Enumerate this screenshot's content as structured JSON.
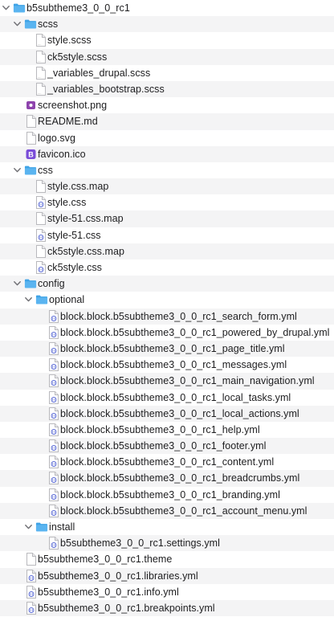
{
  "tree": [
    {
      "name": "b5subtheme3_0_0_rc1",
      "kind": "folder",
      "depth": 0,
      "expanded": true
    },
    {
      "name": "scss",
      "kind": "folder",
      "depth": 1,
      "expanded": true
    },
    {
      "name": "style.scss",
      "kind": "scss",
      "depth": 2
    },
    {
      "name": "ck5style.scss",
      "kind": "scss",
      "depth": 2
    },
    {
      "name": "_variables_drupal.scss",
      "kind": "scss",
      "depth": 2
    },
    {
      "name": "_variables_bootstrap.scss",
      "kind": "scss",
      "depth": 2
    },
    {
      "name": "screenshot.png",
      "kind": "png",
      "depth": 1
    },
    {
      "name": "README.md",
      "kind": "md",
      "depth": 1
    },
    {
      "name": "logo.svg",
      "kind": "svg",
      "depth": 1
    },
    {
      "name": "favicon.ico",
      "kind": "ico",
      "depth": 1
    },
    {
      "name": "css",
      "kind": "folder",
      "depth": 1,
      "expanded": true
    },
    {
      "name": "style.css.map",
      "kind": "blank",
      "depth": 2
    },
    {
      "name": "style.css",
      "kind": "code",
      "depth": 2
    },
    {
      "name": "style-51.css.map",
      "kind": "blank",
      "depth": 2
    },
    {
      "name": "style-51.css",
      "kind": "code",
      "depth": 2
    },
    {
      "name": "ck5style.css.map",
      "kind": "blank",
      "depth": 2
    },
    {
      "name": "ck5style.css",
      "kind": "code",
      "depth": 2
    },
    {
      "name": "config",
      "kind": "folder",
      "depth": 1,
      "expanded": true
    },
    {
      "name": "optional",
      "kind": "folder",
      "depth": 2,
      "expanded": true
    },
    {
      "name": "block.block.b5subtheme3_0_0_rc1_search_form.yml",
      "kind": "code",
      "depth": 3
    },
    {
      "name": "block.block.b5subtheme3_0_0_rc1_powered_by_drupal.yml",
      "kind": "code",
      "depth": 3
    },
    {
      "name": "block.block.b5subtheme3_0_0_rc1_page_title.yml",
      "kind": "code",
      "depth": 3
    },
    {
      "name": "block.block.b5subtheme3_0_0_rc1_messages.yml",
      "kind": "code",
      "depth": 3
    },
    {
      "name": "block.block.b5subtheme3_0_0_rc1_main_navigation.yml",
      "kind": "code",
      "depth": 3
    },
    {
      "name": "block.block.b5subtheme3_0_0_rc1_local_tasks.yml",
      "kind": "code",
      "depth": 3
    },
    {
      "name": "block.block.b5subtheme3_0_0_rc1_local_actions.yml",
      "kind": "code",
      "depth": 3
    },
    {
      "name": "block.block.b5subtheme3_0_0_rc1_help.yml",
      "kind": "code",
      "depth": 3
    },
    {
      "name": "block.block.b5subtheme3_0_0_rc1_footer.yml",
      "kind": "code",
      "depth": 3
    },
    {
      "name": "block.block.b5subtheme3_0_0_rc1_content.yml",
      "kind": "code",
      "depth": 3
    },
    {
      "name": "block.block.b5subtheme3_0_0_rc1_breadcrumbs.yml",
      "kind": "code",
      "depth": 3
    },
    {
      "name": "block.block.b5subtheme3_0_0_rc1_branding.yml",
      "kind": "code",
      "depth": 3
    },
    {
      "name": "block.block.b5subtheme3_0_0_rc1_account_menu.yml",
      "kind": "code",
      "depth": 3
    },
    {
      "name": "install",
      "kind": "folder",
      "depth": 2,
      "expanded": true
    },
    {
      "name": "b5subtheme3_0_0_rc1.settings.yml",
      "kind": "code",
      "depth": 3
    },
    {
      "name": "b5subtheme3_0_0_rc1.theme",
      "kind": "blank",
      "depth": 1
    },
    {
      "name": "b5subtheme3_0_0_rc1.libraries.yml",
      "kind": "code",
      "depth": 1
    },
    {
      "name": "b5subtheme3_0_0_rc1.info.yml",
      "kind": "code",
      "depth": 1
    },
    {
      "name": "b5subtheme3_0_0_rc1.breakpoints.yml",
      "kind": "code",
      "depth": 1
    }
  ],
  "icons": {
    "folder": "folder-icon",
    "scss": "scss-document-icon",
    "png": "image-document-icon",
    "md": "markdown-document-icon",
    "svg": "svg-document-icon",
    "ico": "bootstrap-icon",
    "blank": "document-icon",
    "code": "code-document-icon",
    "chevron": "chevron-down-icon"
  },
  "colors": {
    "folder_body": "#5ab4f0",
    "folder_tab": "#3fa3e6",
    "row_stripe": "#f4f4f5",
    "bootstrap_purple": "#7a4dd8",
    "png_accent": "#8e44ad",
    "code_accent": "#5b6bd6"
  }
}
